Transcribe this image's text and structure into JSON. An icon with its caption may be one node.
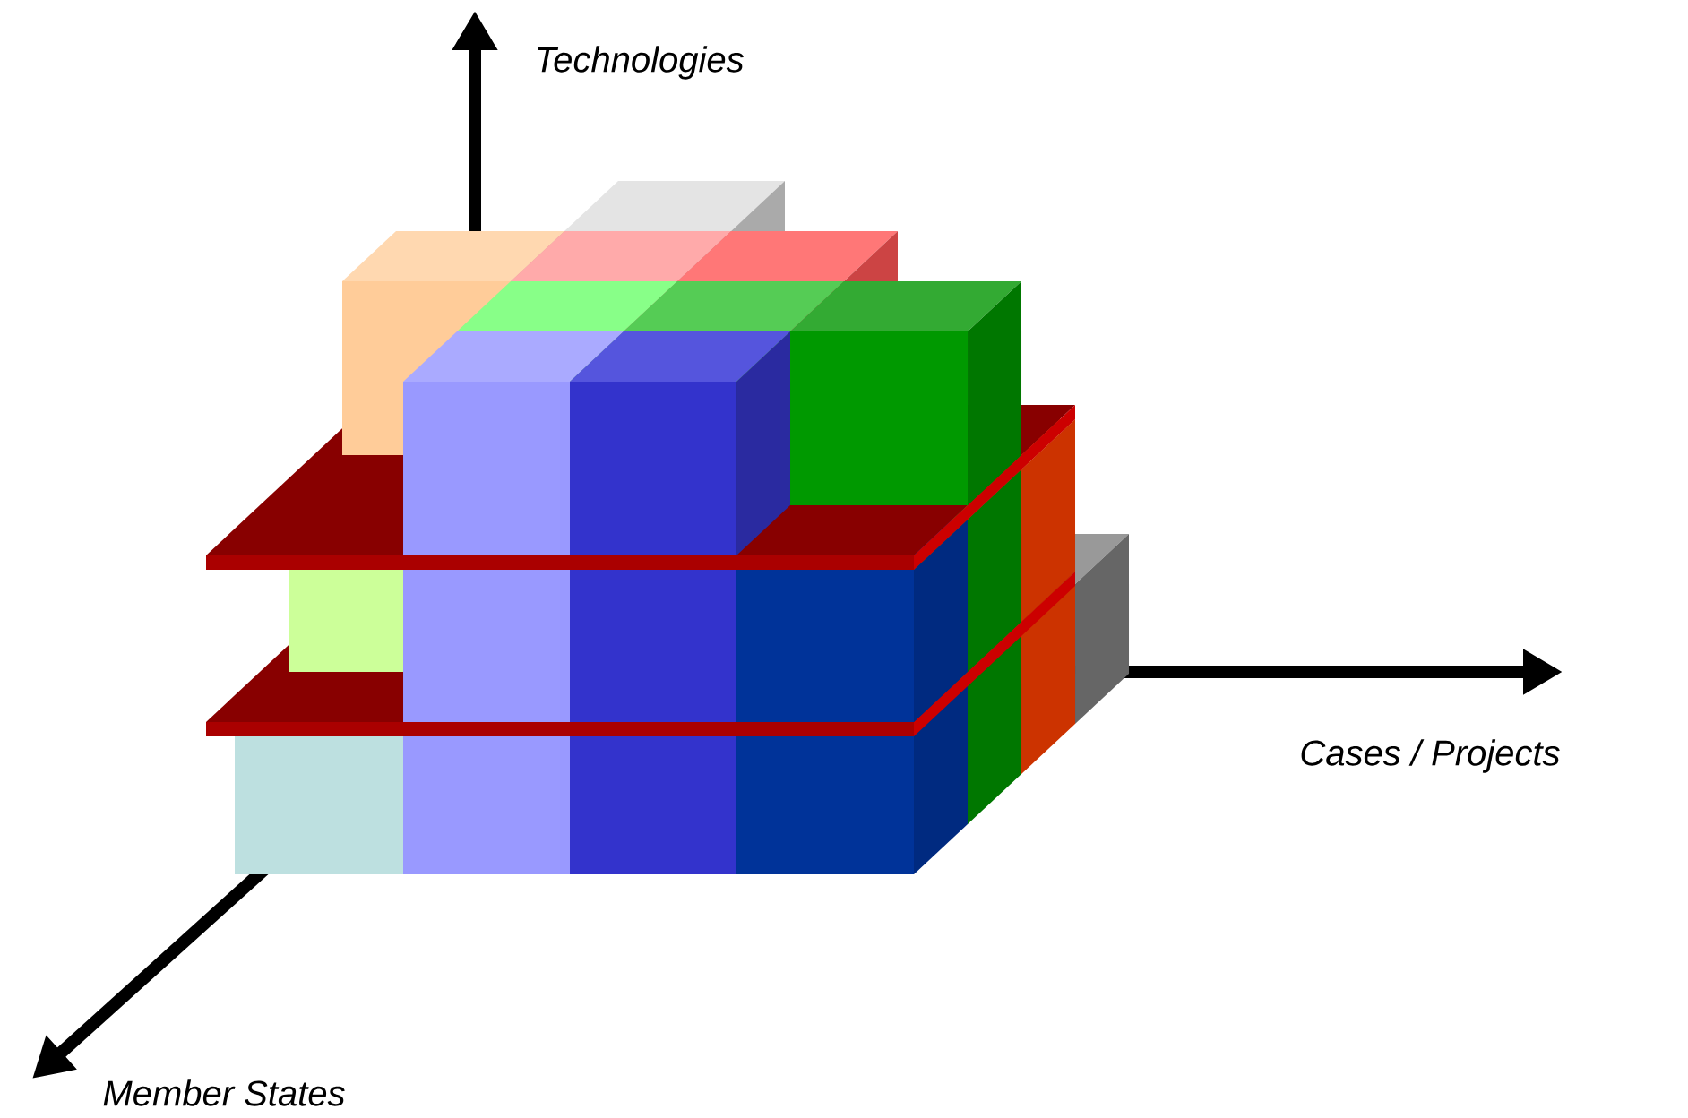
{
  "diagram": {
    "labels": [
      "Technologies",
      "Cases / Projects",
      "Member States"
    ]
  }
}
